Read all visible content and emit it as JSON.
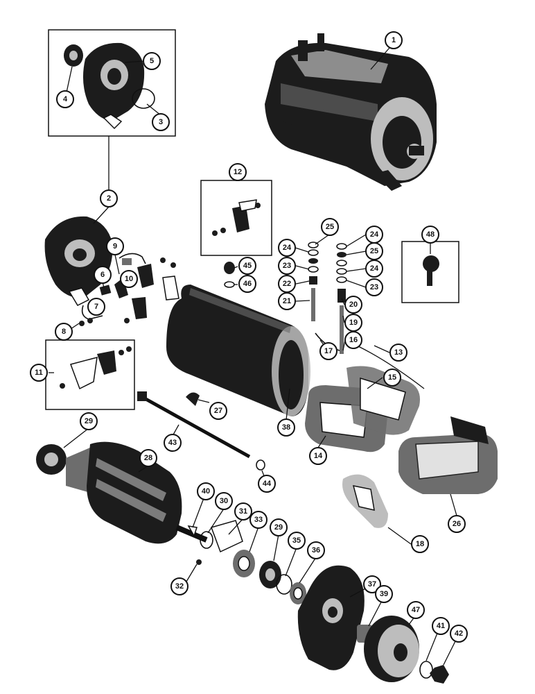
{
  "diagram": {
    "callouts": [
      {
        "id": "c1",
        "label": "1"
      },
      {
        "id": "c2",
        "label": "2"
      },
      {
        "id": "c3",
        "label": "3"
      },
      {
        "id": "c4",
        "label": "4"
      },
      {
        "id": "c5",
        "label": "5"
      },
      {
        "id": "c6",
        "label": "6"
      },
      {
        "id": "c7",
        "label": "7"
      },
      {
        "id": "c8",
        "label": "8"
      },
      {
        "id": "c9",
        "label": "9"
      },
      {
        "id": "c10",
        "label": "10"
      },
      {
        "id": "c11",
        "label": "11"
      },
      {
        "id": "c12",
        "label": "12"
      },
      {
        "id": "c13",
        "label": "13"
      },
      {
        "id": "c14",
        "label": "14"
      },
      {
        "id": "c15",
        "label": "15"
      },
      {
        "id": "c16",
        "label": "16"
      },
      {
        "id": "c17",
        "label": "17"
      },
      {
        "id": "c18",
        "label": "18"
      },
      {
        "id": "c19",
        "label": "19"
      },
      {
        "id": "c20",
        "label": "20"
      },
      {
        "id": "c21",
        "label": "21"
      },
      {
        "id": "c22",
        "label": "22"
      },
      {
        "id": "c23a",
        "label": "23"
      },
      {
        "id": "c23b",
        "label": "23"
      },
      {
        "id": "c24a",
        "label": "24"
      },
      {
        "id": "c24b",
        "label": "24"
      },
      {
        "id": "c24c",
        "label": "24"
      },
      {
        "id": "c25a",
        "label": "25"
      },
      {
        "id": "c25b",
        "label": "25"
      },
      {
        "id": "c26",
        "label": "26"
      },
      {
        "id": "c27",
        "label": "27"
      },
      {
        "id": "c28",
        "label": "28"
      },
      {
        "id": "c29a",
        "label": "29"
      },
      {
        "id": "c29b",
        "label": "29"
      },
      {
        "id": "c30",
        "label": "30"
      },
      {
        "id": "c31",
        "label": "31"
      },
      {
        "id": "c32",
        "label": "32"
      },
      {
        "id": "c33",
        "label": "33"
      },
      {
        "id": "c35",
        "label": "35"
      },
      {
        "id": "c36",
        "label": "36"
      },
      {
        "id": "c37",
        "label": "37"
      },
      {
        "id": "c38",
        "label": "38"
      },
      {
        "id": "c39",
        "label": "39"
      },
      {
        "id": "c40",
        "label": "40"
      },
      {
        "id": "c41",
        "label": "41"
      },
      {
        "id": "c42",
        "label": "42"
      },
      {
        "id": "c43",
        "label": "43"
      },
      {
        "id": "c44",
        "label": "44"
      },
      {
        "id": "c45",
        "label": "45"
      },
      {
        "id": "c46",
        "label": "46"
      },
      {
        "id": "c47",
        "label": "47"
      },
      {
        "id": "c48",
        "label": "48"
      }
    ]
  }
}
